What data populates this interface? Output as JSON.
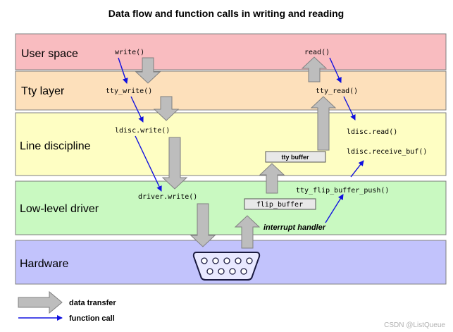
{
  "title": "Data flow and function calls in writing and reading",
  "layers": {
    "user": {
      "label": "User space",
      "color": "#f9bcc0"
    },
    "tty": {
      "label": "Tty layer",
      "color": "#fde0bb"
    },
    "ldisc": {
      "label": "Line discipline",
      "color": "#fefec3"
    },
    "driver": {
      "label": "Low-level driver",
      "color": "#c9f9c1"
    },
    "hardware": {
      "label": "Hardware",
      "color": "#c2c3fc"
    }
  },
  "functions": {
    "write": "write()",
    "tty_write": "tty_write()",
    "ldisc_write": "ldisc.write()",
    "driver_write": "driver.write()",
    "read": "read()",
    "tty_read": "tty_read()",
    "ldisc_read": "ldisc.read()",
    "ldisc_receive_buf": "ldisc.receive_buf()",
    "tty_flip_buffer_push": "tty_flip_buffer_push()"
  },
  "boxes": {
    "tty_buffer": "tty buffer",
    "flip_buffer": "flip_buffer"
  },
  "interrupt_handler": "interrupt handler",
  "legend": {
    "data_transfer": "data transfer",
    "function_call": "function call"
  },
  "watermark": "CSDN @ListQueue",
  "colors": {
    "arrow_fill": "#bdbdbd",
    "call_arrow": "#1010e0",
    "border": "#808080"
  }
}
